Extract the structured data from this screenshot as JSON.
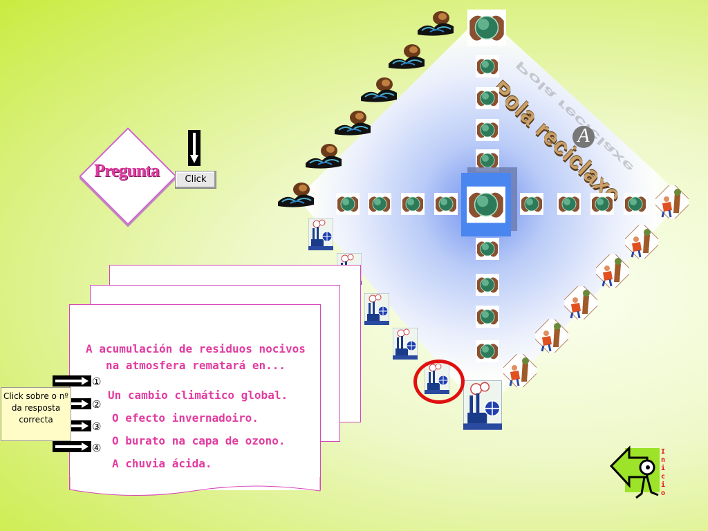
{
  "title": "Pola reciclaxe",
  "level_letter": "A",
  "pregunta_label": "Pregunta",
  "click_label": "Click",
  "question": "A acumulación de residuos nocivos na atmosfera rematará en...",
  "answers": [
    {
      "number": "①",
      "text": "Un cambio climático global."
    },
    {
      "number": "②",
      "text": "O efecto invernadoiro."
    },
    {
      "number": "③",
      "text": "O burato na capa de ozono."
    },
    {
      "number": "④",
      "text": "A chuvia ácida."
    }
  ],
  "instruction": "Click sobre o nº da resposta correcta",
  "home_label": "Inicio",
  "colors": {
    "accent": "#e23ba0",
    "ring": "#e01010",
    "frame": "#4a86f0"
  },
  "icons": [
    "earth-hands-icon",
    "factory-globe-icon",
    "wave-rock-icon",
    "lumberjack-tree-icon",
    "home-arrow-icon"
  ]
}
